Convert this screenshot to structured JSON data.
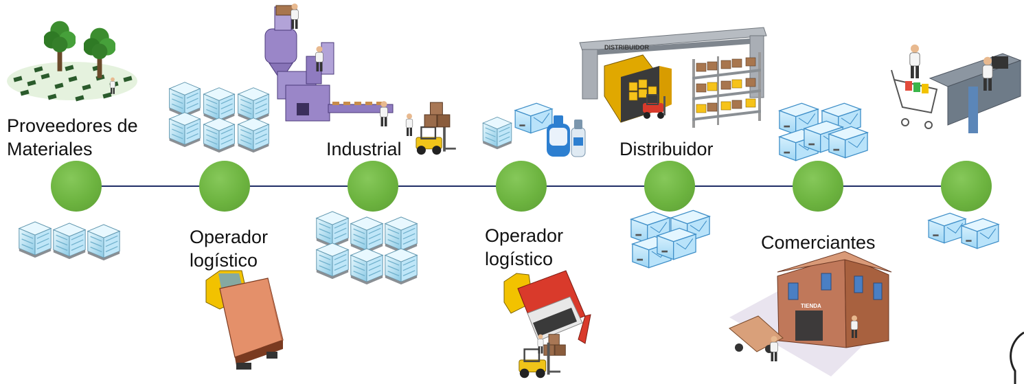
{
  "diagram": {
    "stages": [
      {
        "label_lines": [
          "Proveedores de",
          "Materiales"
        ]
      },
      {
        "label_lines": [
          "Operador",
          "logístico"
        ]
      },
      {
        "label_lines": [
          "Industrial"
        ]
      },
      {
        "label_lines": [
          "Operador",
          "logístico"
        ]
      },
      {
        "label_lines": [
          "Distribuidor"
        ]
      },
      {
        "label_lines": [
          "Comerciantes"
        ]
      },
      {
        "label_lines": []
      }
    ],
    "signs": {
      "distributor_sign": "DISTRIBUIDOR",
      "store_sign": "TIENDA"
    },
    "colors": {
      "node_green": "#6cb33f",
      "line_navy": "#1f2d66",
      "box_blue": "#a9dcf7",
      "truck_red": "#d93a2b",
      "truck_yellow": "#f2c200",
      "forklift_yellow": "#f0c419",
      "machine_purple": "#9a86c8",
      "tree_green": "#3c8d2f",
      "building_brown": "#c0785a"
    },
    "icons": [
      "tree-icon",
      "pallet-icon",
      "factory-icon",
      "forklift-icon",
      "truck-icon",
      "box-icon",
      "bottle-icon",
      "warehouse-icon",
      "shelf-icon",
      "checkout-icon",
      "store-icon"
    ]
  }
}
